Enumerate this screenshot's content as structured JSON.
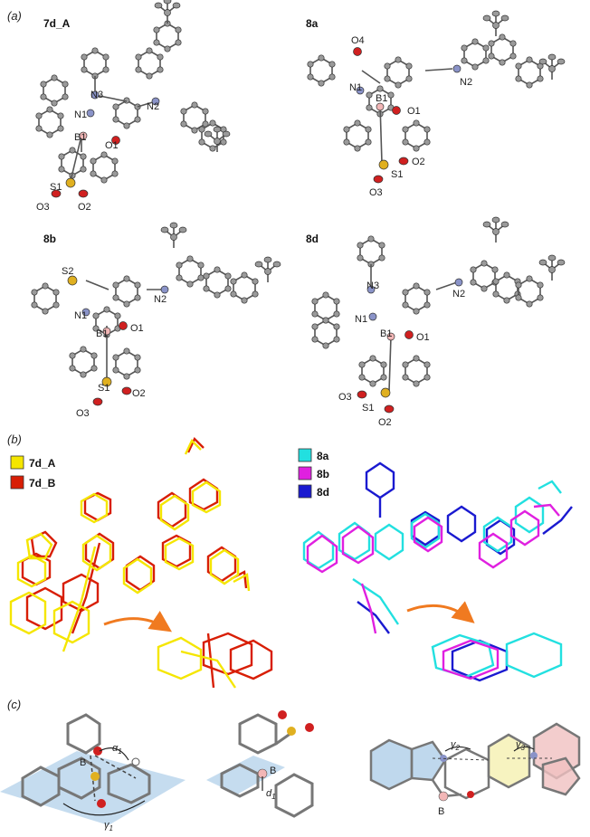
{
  "panels": {
    "a": "(a)",
    "b": "(b)",
    "c": "(c)"
  },
  "compounds": {
    "c7dA": "7d_A",
    "c8a": "8a",
    "c8b": "8b",
    "c8d": "8d"
  },
  "atoms_7dA": [
    "N3",
    "N1",
    "N2",
    "B1",
    "O1",
    "S1",
    "O3",
    "O2"
  ],
  "atoms_8a": [
    "O4",
    "N1",
    "B1",
    "N2",
    "O1",
    "O2",
    "S1",
    "O3"
  ],
  "atoms_8b": [
    "S2",
    "N2",
    "N1",
    "B1",
    "O1",
    "O2",
    "S1",
    "O3"
  ],
  "atoms_8d": [
    "N3",
    "N2",
    "N1",
    "B1",
    "O1",
    "O3",
    "S1",
    "O2"
  ],
  "legend_left": [
    {
      "label": "7d_A",
      "color": "#f5e600"
    },
    {
      "label": "7d_B",
      "color": "#d81e05"
    }
  ],
  "legend_right": [
    {
      "label": "8a",
      "color": "#22e0e0"
    },
    {
      "label": "8b",
      "color": "#e020e0"
    },
    {
      "label": "8d",
      "color": "#1a1ad0"
    }
  ],
  "panel_c_labels": {
    "B_left": "B",
    "alpha1": "α",
    "alpha1_sub": "1",
    "gamma1": "γ",
    "gamma1_sub": "1",
    "B_mid": "B",
    "d1": "d",
    "d1_sub": "1",
    "gamma2": "γ",
    "gamma2_sub": "2",
    "gamma3": "γ",
    "gamma3_sub": "3",
    "B_right": "B"
  },
  "arrow_color": "#f07a20",
  "plane_color": "#7fb2dc"
}
